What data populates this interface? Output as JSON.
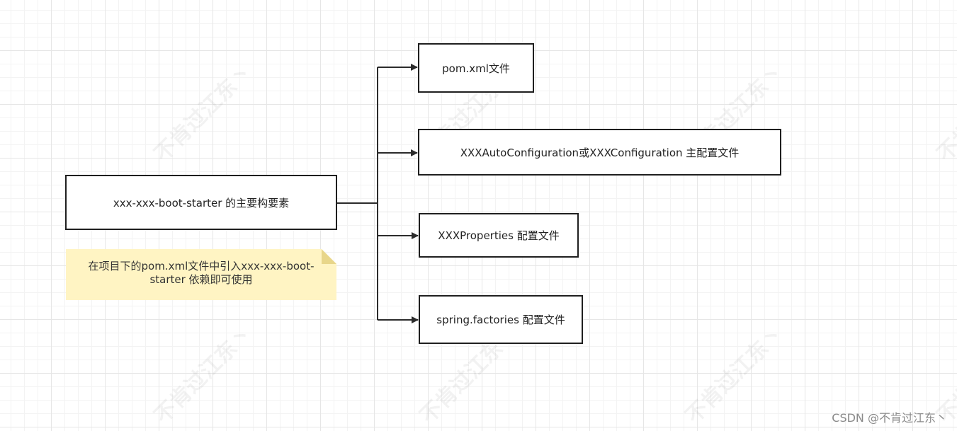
{
  "diagram": {
    "root": {
      "label": "xxx-xxx-boot-starter 的主要构要素"
    },
    "children": [
      {
        "label": "pom.xml文件"
      },
      {
        "label": "XXXAutoConfiguration或XXXConfiguration 主配置文件"
      },
      {
        "label": "XXXProperties 配置文件"
      },
      {
        "label": "spring.factories 配置文件"
      }
    ],
    "note": {
      "line1": "在项目下的pom.xml文件中引入xxx-xxx-boot-",
      "line2": "starter 依赖即可使用"
    }
  },
  "watermark": {
    "text": "不肯过江东丶"
  },
  "credit": {
    "text": "CSDN @不肯过江东丶"
  },
  "colors": {
    "node_border": "#1f1f1f",
    "connector": "#2b2b2b",
    "note_fill": "#fff4c3",
    "note_fold": "#e8d68a",
    "grid": "#e6e6e6"
  }
}
